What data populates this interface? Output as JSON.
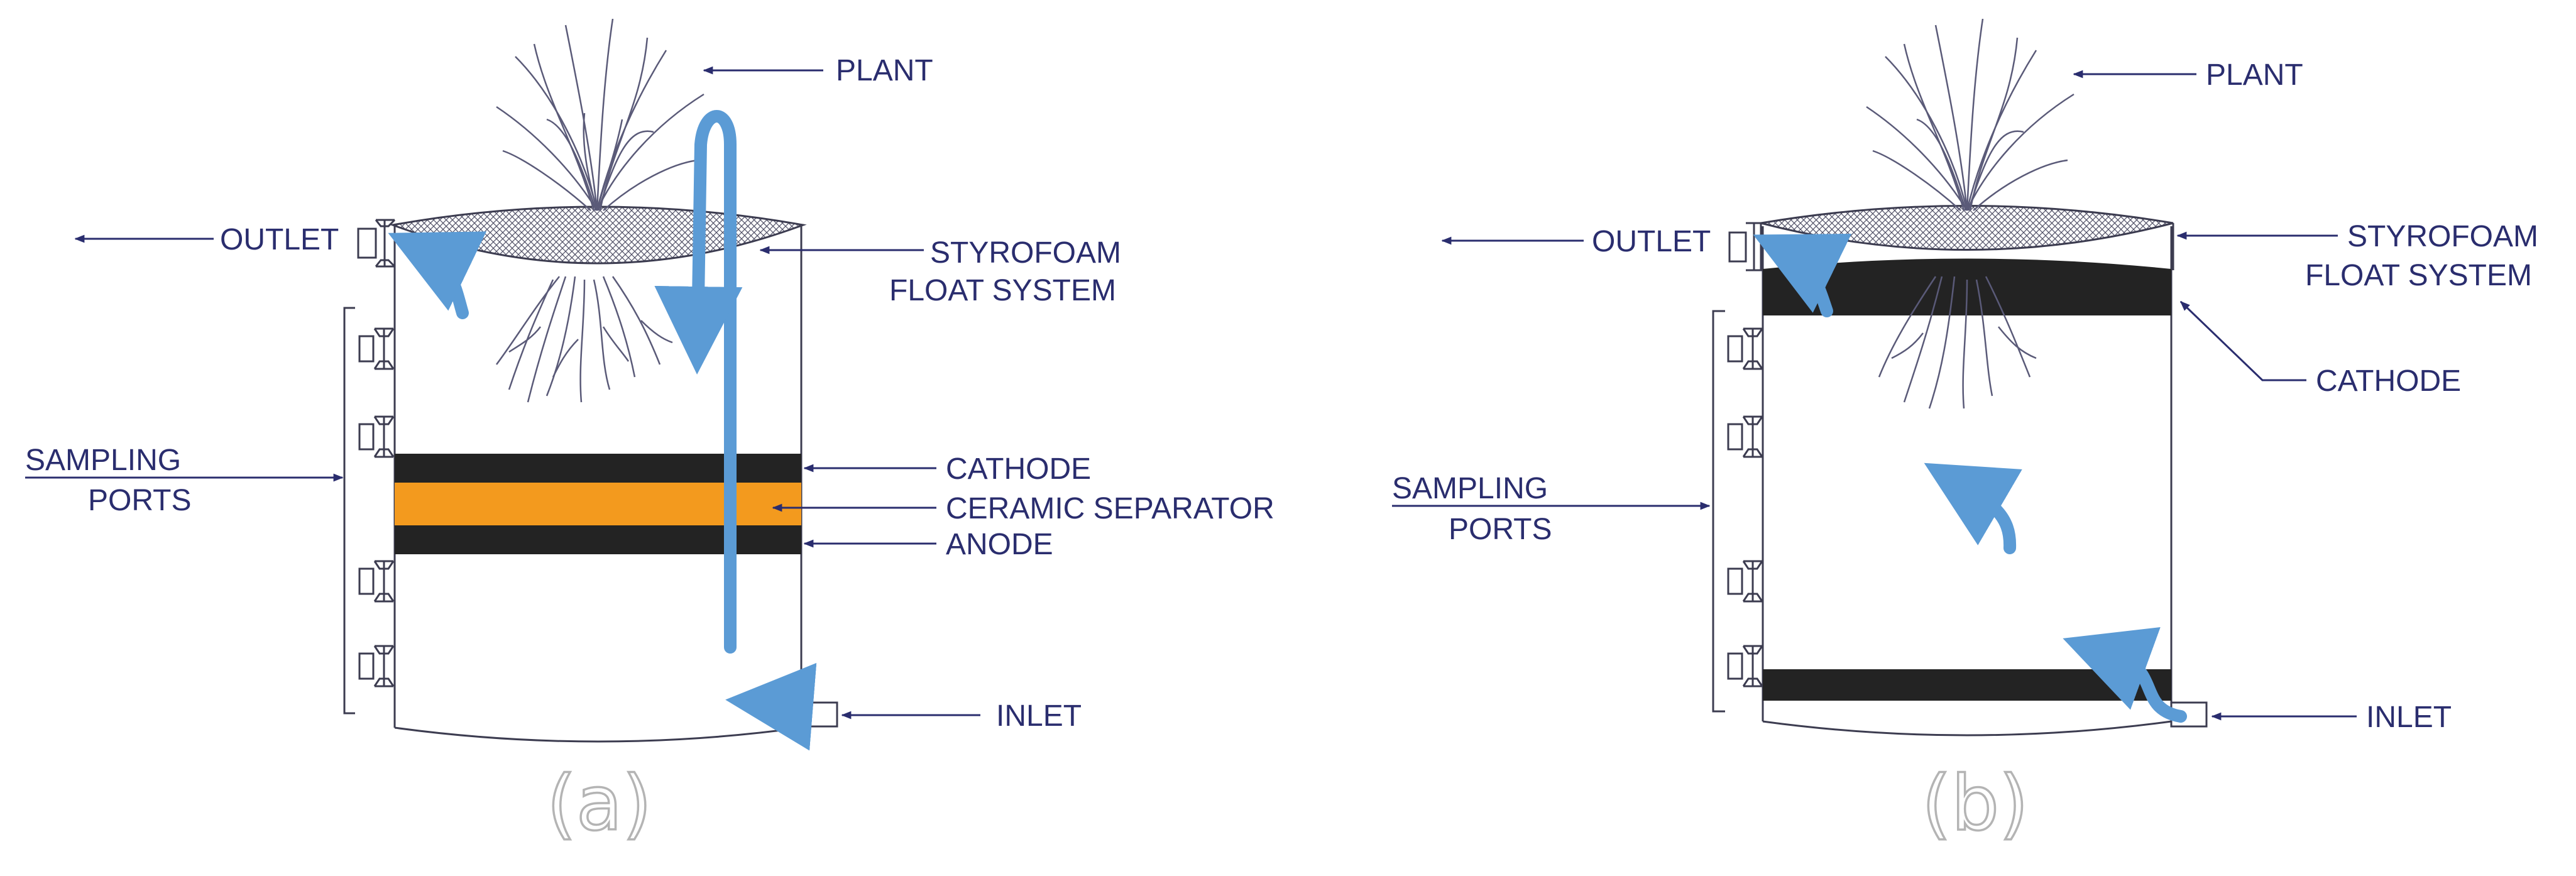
{
  "colors": {
    "line": "#3c3c50",
    "label": "#2a2d6e",
    "electrode": "#232323",
    "separator": "#f39a1e",
    "flow_arrow": "#5b9bd5",
    "caption": "#b4b4b4"
  },
  "panel_a": {
    "plant": "PLANT",
    "outlet": "OUTLET",
    "styrofoam_line1": "STYROFOAM",
    "styrofoam_line2": "FLOAT SYSTEM",
    "sampling_line1": "SAMPLING",
    "sampling_line2": "PORTS",
    "cathode": "CATHODE",
    "ceramic_separator": "CERAMIC SEPARATOR",
    "anode": "ANODE",
    "inlet": "INLET",
    "caption": "(a)"
  },
  "panel_b": {
    "plant": "PLANT",
    "outlet": "OUTLET",
    "styrofoam_line1": "STYROFOAM",
    "styrofoam_line2": "FLOAT SYSTEM",
    "cathode": "CATHODE",
    "sampling_line1": "SAMPLING",
    "sampling_line2": "PORTS",
    "inlet": "INLET",
    "caption": "(b)"
  }
}
